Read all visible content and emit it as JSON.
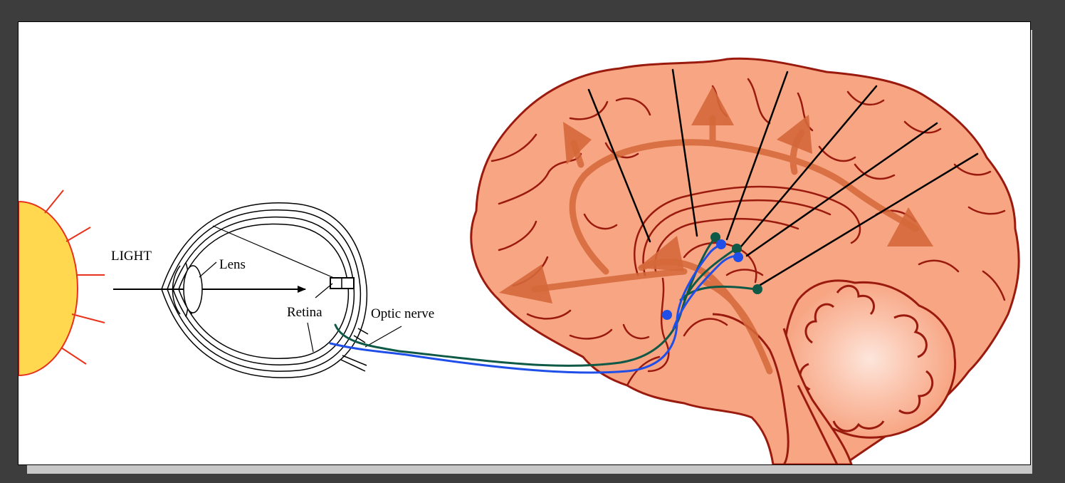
{
  "labels": {
    "light": "LIGHT",
    "lens": "Lens",
    "retina": "Retina",
    "optic_nerve": "Optic nerve"
  },
  "colors": {
    "background": "#3d3d3d",
    "panel": "#ffffff",
    "sun_fill": "#ffd84f",
    "sun_rays": "#e8321c",
    "brain_fill": "#f7a583",
    "brain_outline": "#9a1a0e",
    "pathway_arrows": "#d4683a",
    "green_fiber": "#0f5a46",
    "blue_fiber": "#1f4fe8"
  }
}
